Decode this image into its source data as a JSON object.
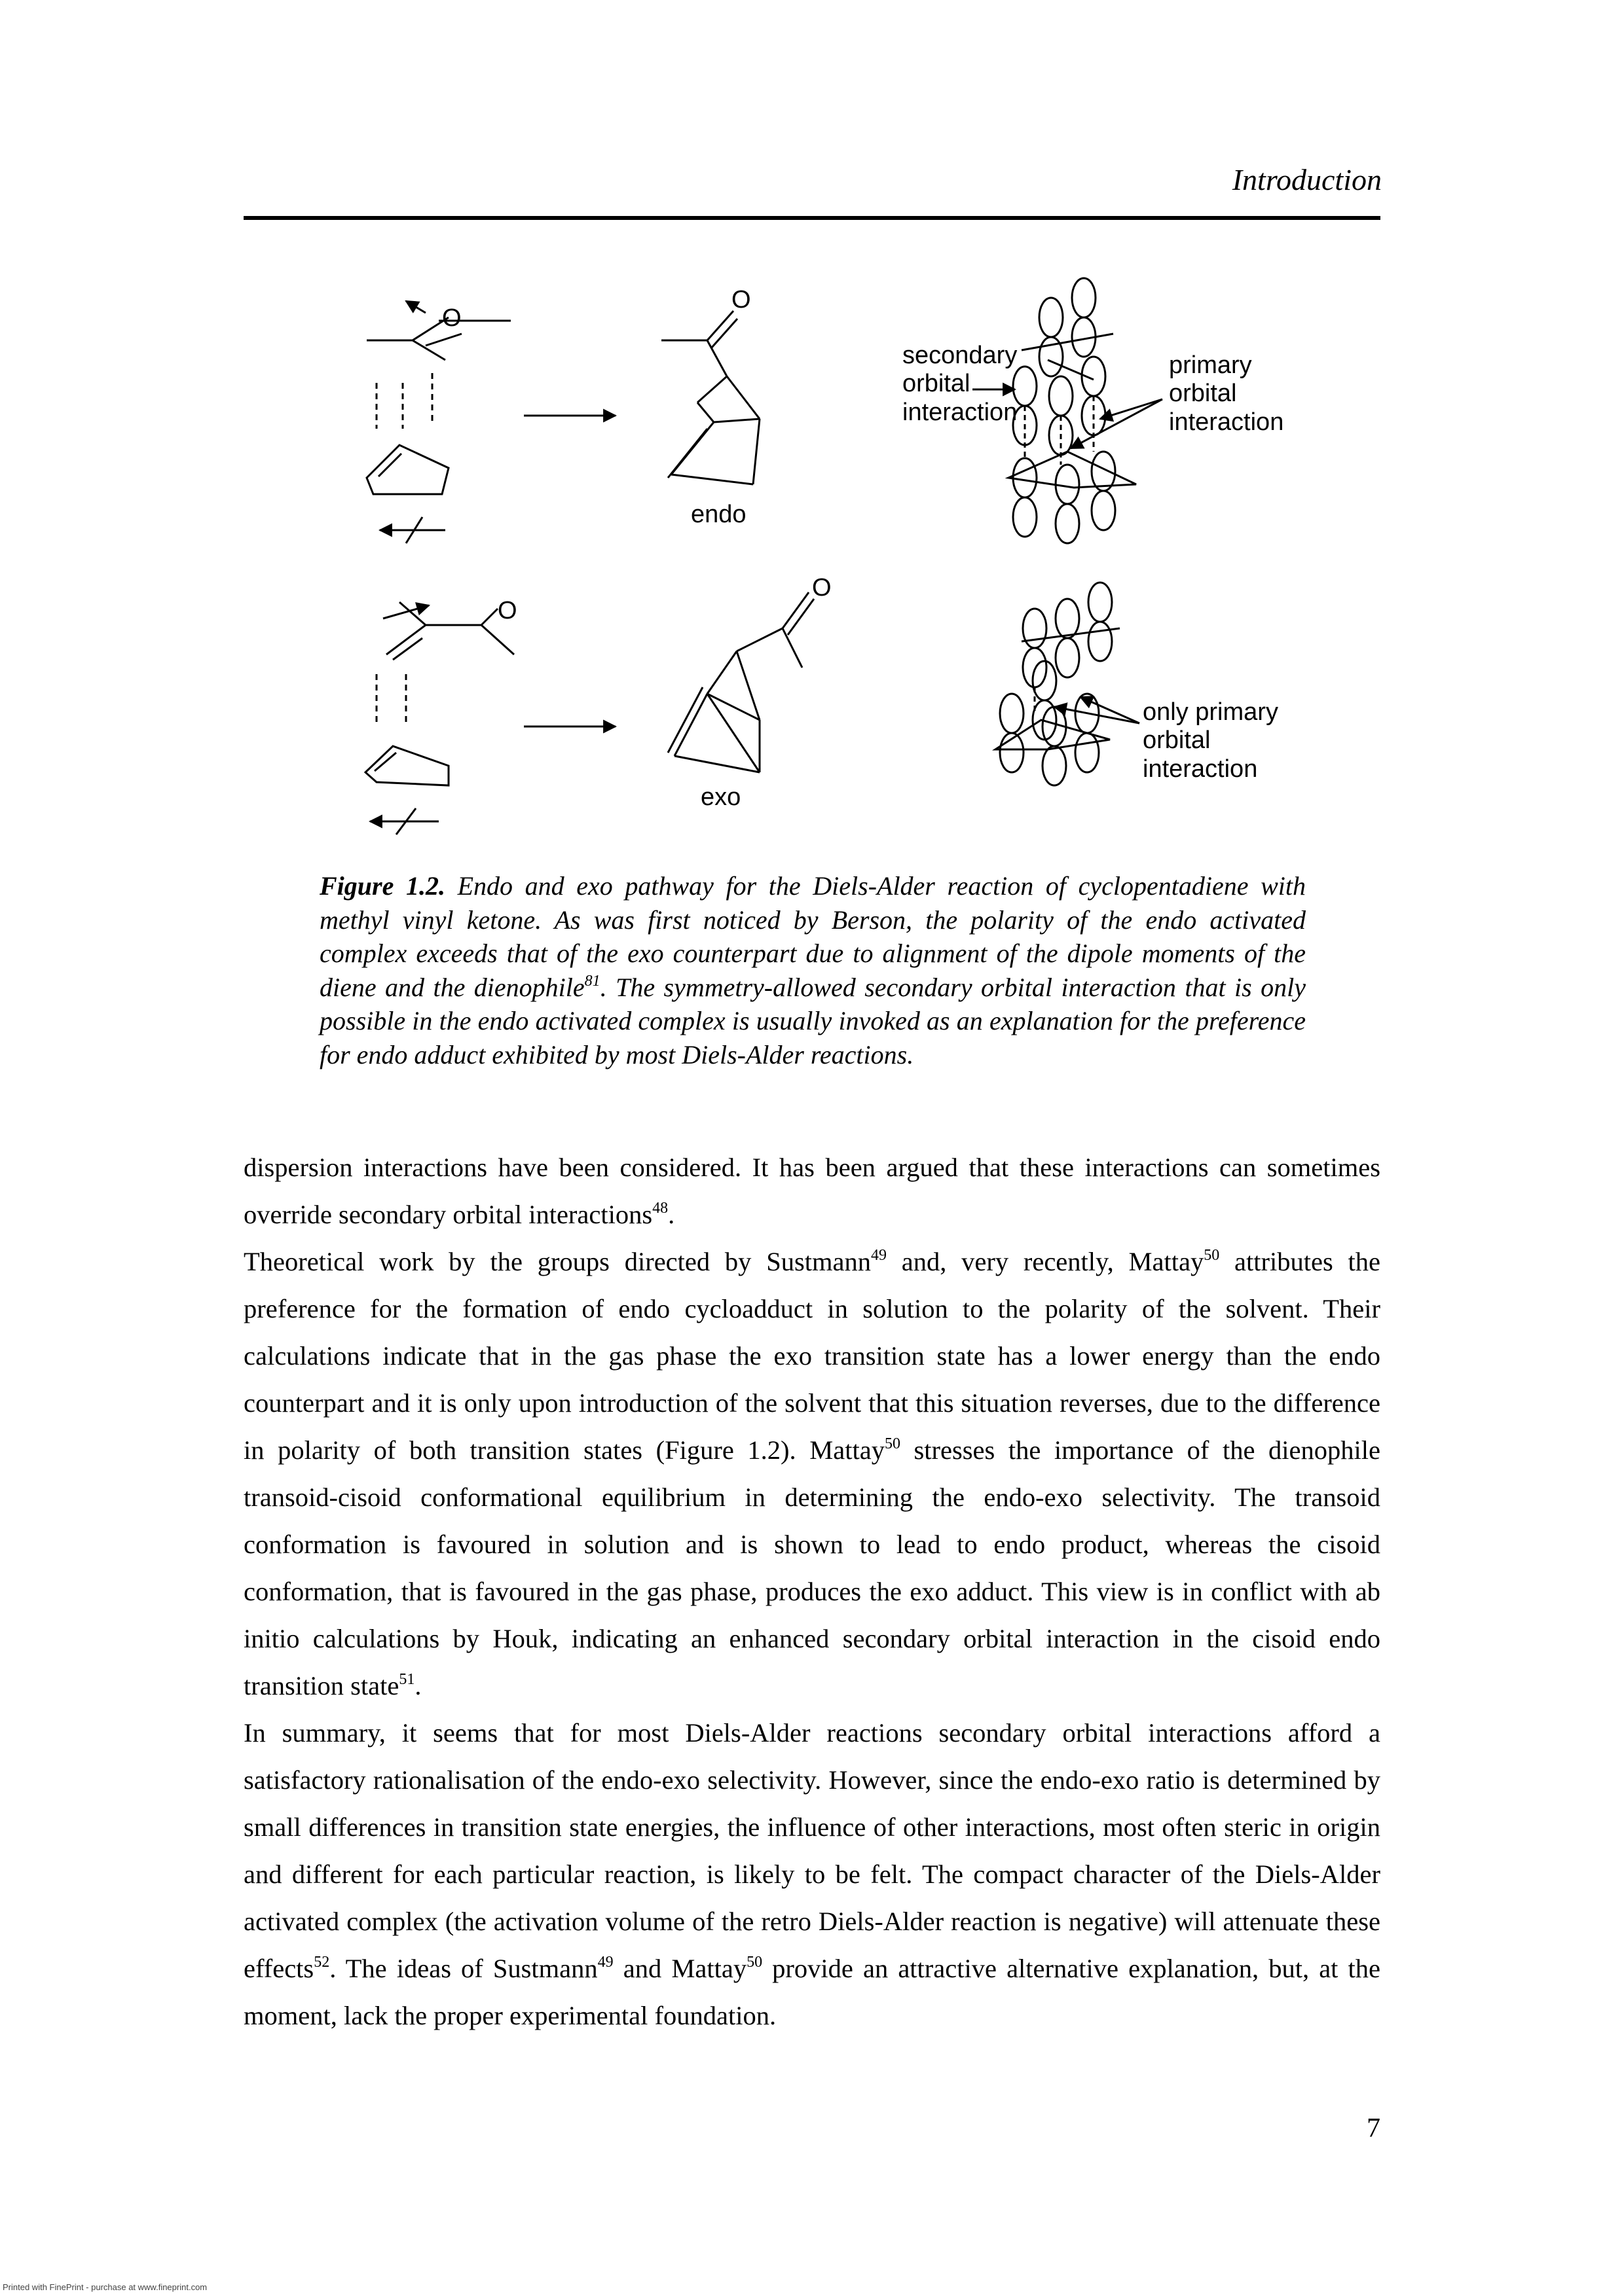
{
  "header": {
    "title": "Introduction"
  },
  "figure": {
    "labels": {
      "o_endo_reactant": "O",
      "o_endo_product": "O",
      "o_exo_reactant": "O",
      "o_exo_product": "O",
      "endo": "endo",
      "exo": "exo",
      "secondary_1": "secondary",
      "secondary_2": "orbital",
      "secondary_3": "interaction",
      "primary_1": "primary",
      "primary_2": "orbital",
      "primary_3": "interaction",
      "only_1": "only primary",
      "only_2": "orbital",
      "only_3": "interaction"
    }
  },
  "caption": {
    "label": "Figure 1.2.",
    "text_1": "Endo and exo pathway for the Diels-Alder reaction of cyclopentadiene with methyl vinyl ketone. As was first noticed by Berson, the polarity of the endo activated complex exceeds that of the exo counterpart due to alignment of the dipole moments of the diene and the dienophile",
    "ref": "81",
    "text_2": ". The symmetry-allowed secondary orbital interaction that is only possible in the endo activated complex is usually invoked as an explanation for the preference for endo adduct exhibited by most Diels-Alder reactions."
  },
  "body": {
    "p1": {
      "text_1": "dispersion interactions have been considered. It has been argued that these interactions can sometimes override secondary orbital interactions",
      "ref_1": "48",
      "text_2": "."
    },
    "p2": {
      "text_1": "Theoretical work by the groups directed by Sustmann",
      "ref_1": "49",
      "text_2": " and, very recently, Mattay",
      "ref_2": "50",
      "text_3": " attributes the preference for the formation of endo cycloadduct in solution to the polarity of the solvent. Their calculations indicate that in the gas phase the exo transition state has a lower energy than the endo counterpart and it is only upon introduction of the solvent that this situation reverses, due to the difference in polarity of both transition states (Figure 1.2). Mattay",
      "ref_3": "50",
      "text_4": " stresses the importance of the dienophile transoid-cisoid conformational equilibrium in determining the endo-exo selectivity. The transoid conformation is favoured in solution and is shown to lead to endo product, whereas the cisoid conformation, that is favoured in the gas phase, produces the exo adduct. This view is in conflict with ab initio calculations by Houk, indicating an enhanced secondary orbital interaction in the cisoid endo transition state",
      "ref_4": "51",
      "text_5": "."
    },
    "p3": {
      "text_1": "In summary, it seems that for most Diels-Alder reactions secondary orbital interactions afford a satisfactory rationalisation of the endo-exo selectivity. However, since the endo-exo ratio is determined by small differences in transition state energies, the influence of other interactions, most often steric in origin and different for each particular reaction, is likely to be felt. The compact character of the Diels-Alder activated complex (the activation volume of the retro Diels-Alder reaction is negative) will attenuate these effects",
      "ref_1": "52",
      "text_2": ". The ideas of Sustmann",
      "ref_2": "49",
      "text_3": " and Mattay",
      "ref_3": "50",
      "text_4": " provide an attractive alternative explanation, but, at the moment, lack the proper experimental foundation."
    }
  },
  "page_number": "7",
  "footer_note": "Printed with FinePrint - purchase at www.fineprint.com"
}
